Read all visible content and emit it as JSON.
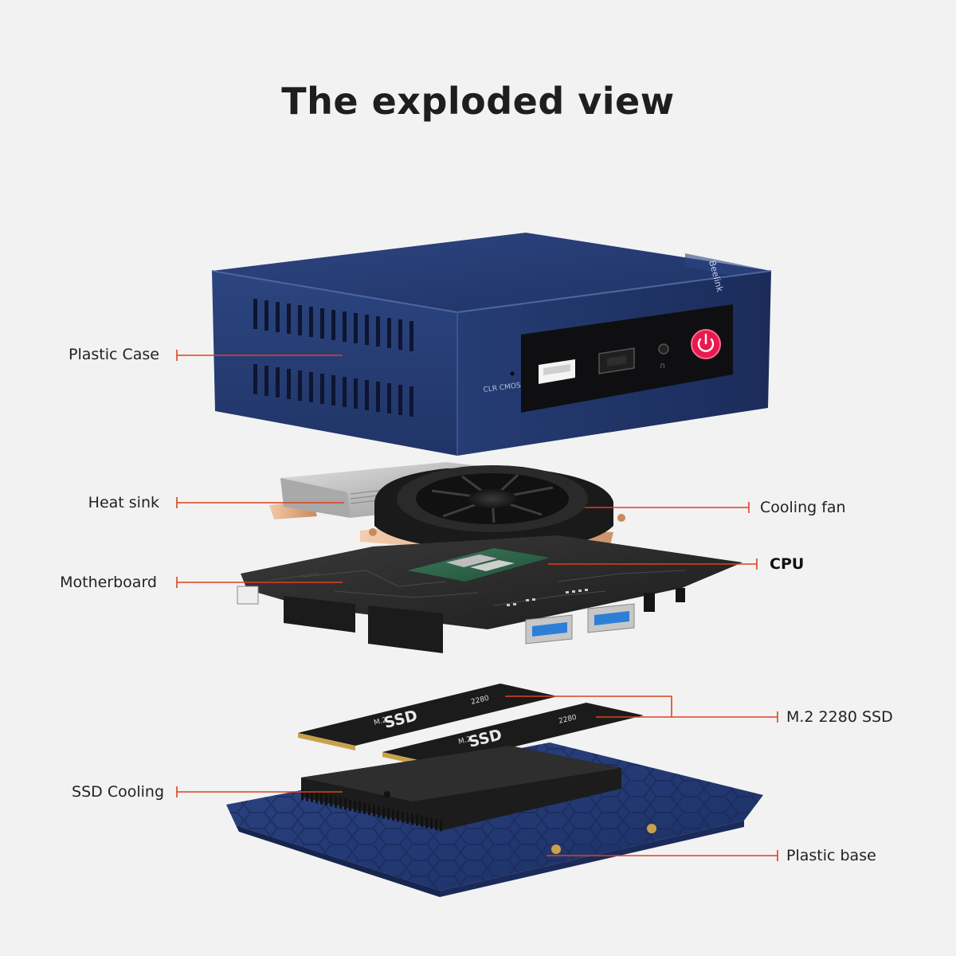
{
  "title": "The exploded view",
  "labels": {
    "plastic_case": "Plastic Case",
    "heat_sink": "Heat sink",
    "cooling_fan": "Cooling fan",
    "motherboard": "Motherboard",
    "cpu": "CPU",
    "ssd": "M.2 2280 SSD",
    "ssd_cooling": "SSD Cooling",
    "plastic_base": "Plastic base"
  },
  "case": {
    "clr_cmos": "CLR CMOS",
    "side_brand": "Beelink"
  },
  "ssd_chips": {
    "form": "M.2",
    "type": "SSD",
    "size": "2280"
  },
  "colors": {
    "leader": "#e0401e",
    "case_blue": "#23396d",
    "power_button": "#e8194f",
    "background": "#f2f2f2"
  }
}
